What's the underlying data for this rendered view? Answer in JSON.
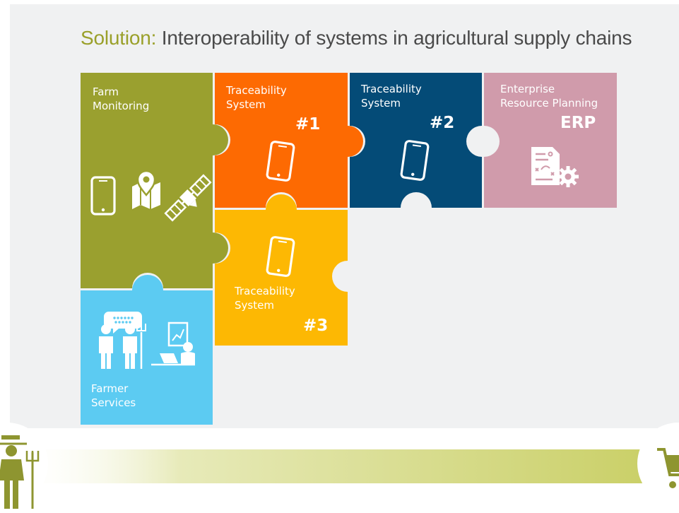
{
  "title": {
    "accent": "Solution:",
    "main": "Interoperability of systems in agricultural supply chains"
  },
  "colors": {
    "background": "#f0f1f2",
    "farm_monitoring": "#9aa02f",
    "traceability_1": "#fd6a02",
    "traceability_2": "#044b77",
    "erp": "#d09bab",
    "traceability_3": "#fdb803",
    "farmer_services": "#5ccbf2",
    "footer_bar": "#c9cf68"
  },
  "pieces": [
    {
      "id": "farm_monitoring",
      "label_lines": [
        "Farm",
        "Monitoring"
      ],
      "icons": [
        "smartphone-icon",
        "map-pin-icon",
        "satellite-icon"
      ]
    },
    {
      "id": "traceability_1",
      "label_lines": [
        "Traceability",
        "System"
      ],
      "number": "#1",
      "icons": [
        "smartphone-icon"
      ]
    },
    {
      "id": "traceability_2",
      "label_lines": [
        "Traceability",
        "System"
      ],
      "number": "#2",
      "icons": [
        "smartphone-icon"
      ]
    },
    {
      "id": "erp",
      "label_lines": [
        "Enterprise",
        "Resource Planning"
      ],
      "number": "ERP",
      "icons": [
        "document-gear-icon"
      ]
    },
    {
      "id": "traceability_3",
      "label_lines": [
        "Traceability",
        "System"
      ],
      "number": "#3",
      "icons": [
        "smartphone-icon"
      ]
    },
    {
      "id": "farmer_services",
      "label_lines": [
        "Farmer",
        "Services"
      ],
      "icons": [
        "farmers-chat-icon",
        "laptop-user-chart-icon"
      ]
    }
  ],
  "footer": {
    "icons": [
      "farmer-icon",
      "shopping-cart-icon"
    ]
  }
}
